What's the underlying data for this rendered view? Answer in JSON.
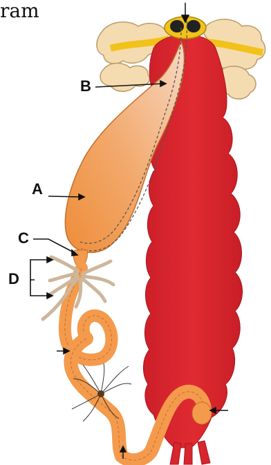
{
  "header": {
    "title_fragment": "ram"
  },
  "labels": {
    "A": "A",
    "B": "B",
    "C": "C",
    "D": "D"
  },
  "colors": {
    "body_red": "#d7262e",
    "body_red_dark": "#b51c24",
    "gut_orange": "#f39a4d",
    "gut_light": "#f7d2b2",
    "head_yellow": "#f2c21a",
    "fat_body": "#f3d6a8",
    "malpighian": "#cdb79c",
    "line": "#111111"
  }
}
